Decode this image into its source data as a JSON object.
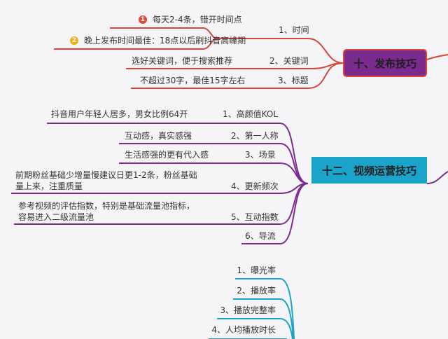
{
  "colors": {
    "section1_line": "#d9453b",
    "section1_box": "#7b2a8e",
    "section2_line": "#7b2a8e",
    "section2_box": "#1ba4c9",
    "section3_line": "#1ba4c9",
    "badge1": "#e04b3c",
    "badge2": "#f0ad1c"
  },
  "section1": {
    "title": "十、发布技巧",
    "branches": [
      {
        "label": "1、时间",
        "leaves": [
          {
            "badge": "1",
            "text": "每天2-4条，错开时间点"
          },
          {
            "badge": "2",
            "text": "晚上发布时间最佳：18点以后刷抖音高峰期"
          }
        ]
      },
      {
        "label": "2、关键词",
        "leaf": "选好关键词，便于搜索推荐"
      },
      {
        "label": "3、标题",
        "leaf": "不超过30字，最佳15字左右"
      }
    ]
  },
  "section2": {
    "title": "十二、视频运营技巧",
    "branches": [
      {
        "label": "1、高颜值KOL",
        "leaf": "抖音用户年轻人居多，男女比例64开"
      },
      {
        "label": "2、第一人称",
        "leaf": "互动感，真实感强"
      },
      {
        "label": "3、场景",
        "leaf": "生活感强的更有代入感"
      },
      {
        "label": "4、更新频次",
        "leaf_line1": "前期粉丝基础少增量慢建议日更1-2条，粉丝基础",
        "leaf_line2": "量上来，注重质量"
      },
      {
        "label": "5、互动指数",
        "leaf_line1": "参考视频的评估指数，特别是基础流量池指标，",
        "leaf_line2": "容易进入二级流量池"
      },
      {
        "label": "6、导流"
      }
    ]
  },
  "section3": {
    "branches": [
      {
        "label": "1、曝光率"
      },
      {
        "label": "2、播放率"
      },
      {
        "label": "3、播放完整率"
      },
      {
        "label": "4、人均播放时长"
      }
    ]
  }
}
